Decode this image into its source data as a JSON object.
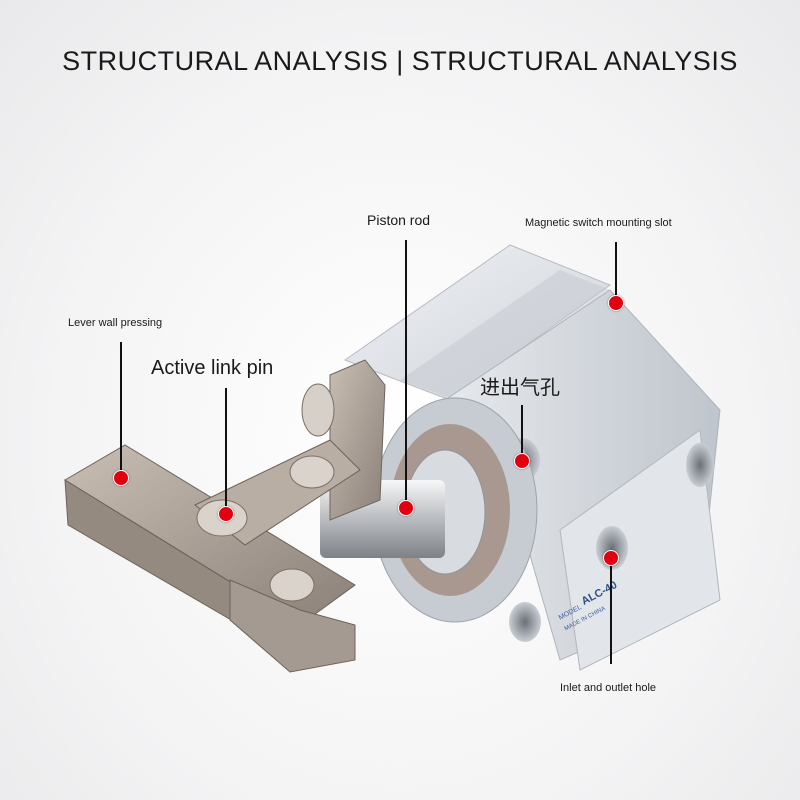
{
  "title": "STRUCTURAL ANALYSIS | STRUCTURAL ANALYSIS",
  "labels": {
    "lever": "Lever wall pressing",
    "link_pin": "Active link pin",
    "piston_rod": "Piston rod",
    "magnetic_slot": "Magnetic switch mounting slot",
    "air_hole_cn": "进出气孔",
    "inlet_outlet": "Inlet and outlet hole"
  },
  "body_marking": {
    "model_label": "MODEL",
    "model": "ALC-40",
    "origin": "MADE IN CHINA"
  },
  "colors": {
    "marker": "#e00010",
    "leader": "#111111",
    "aluminum": "#d9dde2",
    "steel": "#a59a90"
  }
}
